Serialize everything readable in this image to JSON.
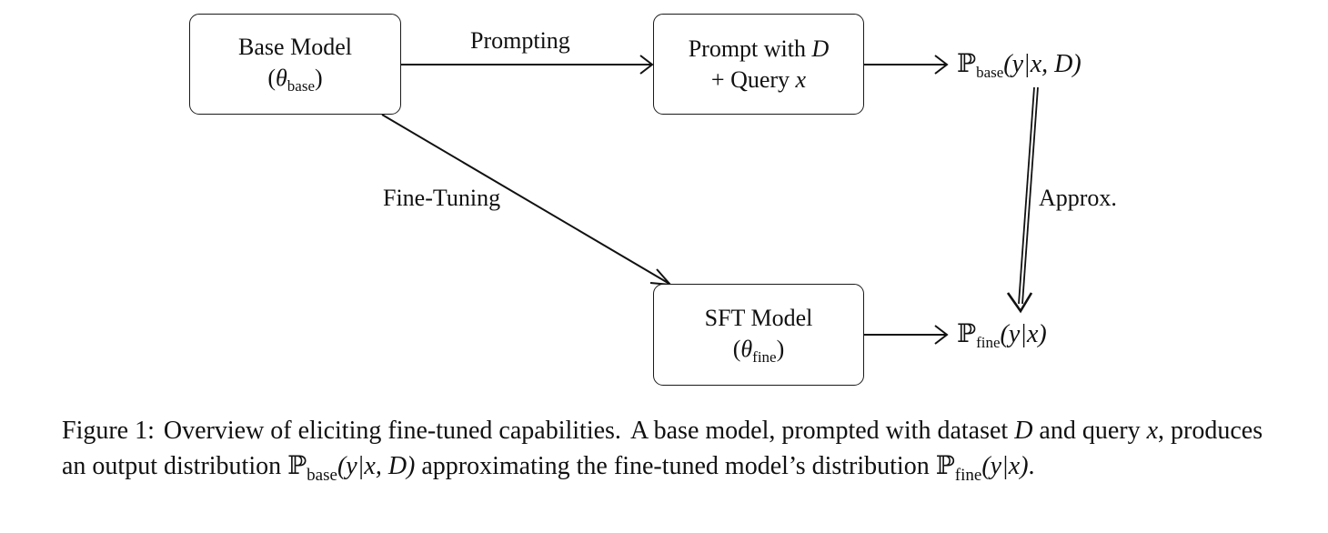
{
  "nodes": {
    "base_model": {
      "title": "Base Model",
      "param_symbol": "θ",
      "param_sub": "base"
    },
    "prompt": {
      "line1_text": "Prompt with ",
      "line1_var": "D",
      "line2_text": "+ Query ",
      "line2_var": "x"
    },
    "sft_model": {
      "title": "SFT Model",
      "param_symbol": "θ",
      "param_sub": "fine"
    }
  },
  "edges": {
    "prompting": "Prompting",
    "fine_tuning": "Fine-Tuning",
    "approx": "Approx."
  },
  "outputs": {
    "p_base": {
      "symbol": "ℙ",
      "sub": "base",
      "args": "(y|x, D)"
    },
    "p_fine": {
      "symbol": "ℙ",
      "sub": "fine",
      "args": "(y|x)"
    }
  },
  "caption": {
    "label": "Figure 1:",
    "part1": "Overview of eliciting fine-tuned capabilities.",
    "part2": "A base model, prompted with dataset",
    "var_D": "D",
    "part3": "and query",
    "var_x": "x",
    "part4": ", produces an output distribution",
    "p_symbol": "ℙ",
    "p_base_sub": "base",
    "p_base_args": "(y|x, D)",
    "part5": "approximating the fine-tuned model’s distribution",
    "p_fine_sub": "fine",
    "p_fine_args": "(y|x)",
    "end": "."
  }
}
